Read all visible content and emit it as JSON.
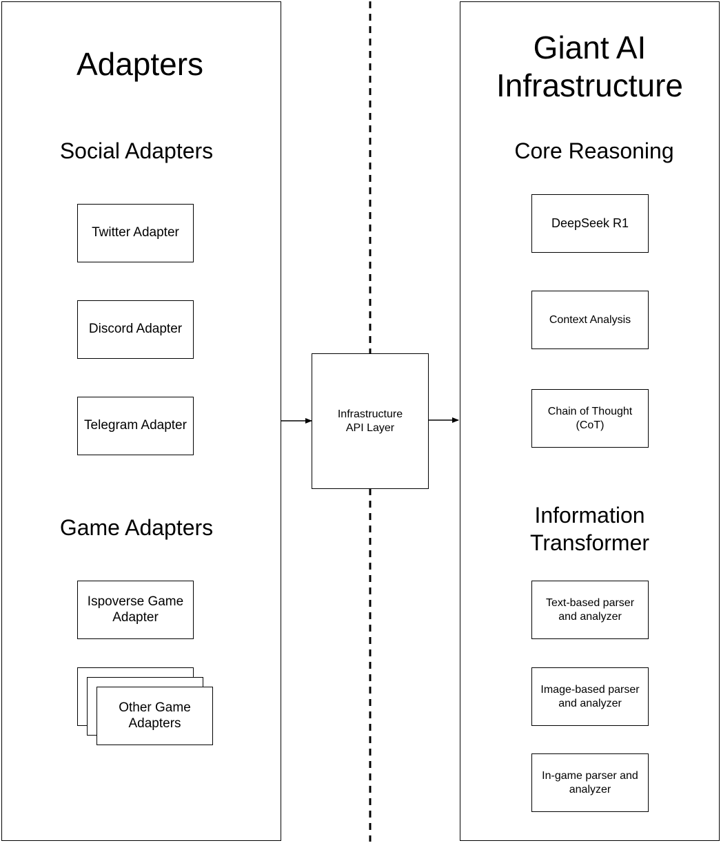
{
  "left_panel": {
    "title": "Adapters",
    "social_heading": "Social Adapters",
    "social_adapters": [
      "Twitter Adapter",
      "Discord Adapter",
      "Telegram Adapter"
    ],
    "game_heading": "Game Adapters",
    "game_adapters": [
      "Ispoverse Game\nAdapter",
      "Other Game\nAdapters"
    ]
  },
  "center": {
    "api_layer": "Infrastructure\nAPI Layer"
  },
  "right_panel": {
    "title": "Giant AI\nInfrastructure",
    "core_heading": "Core Reasoning",
    "core_nodes": [
      "DeepSeek R1",
      "Context Analysis",
      "Chain of Thought\n(CoT)"
    ],
    "transformer_heading": "Information\nTransformer",
    "transformer_nodes": [
      "Text-based parser\nand analyzer",
      "Image-based parser\nand analyzer",
      "In-game parser and\nanalyzer"
    ]
  }
}
